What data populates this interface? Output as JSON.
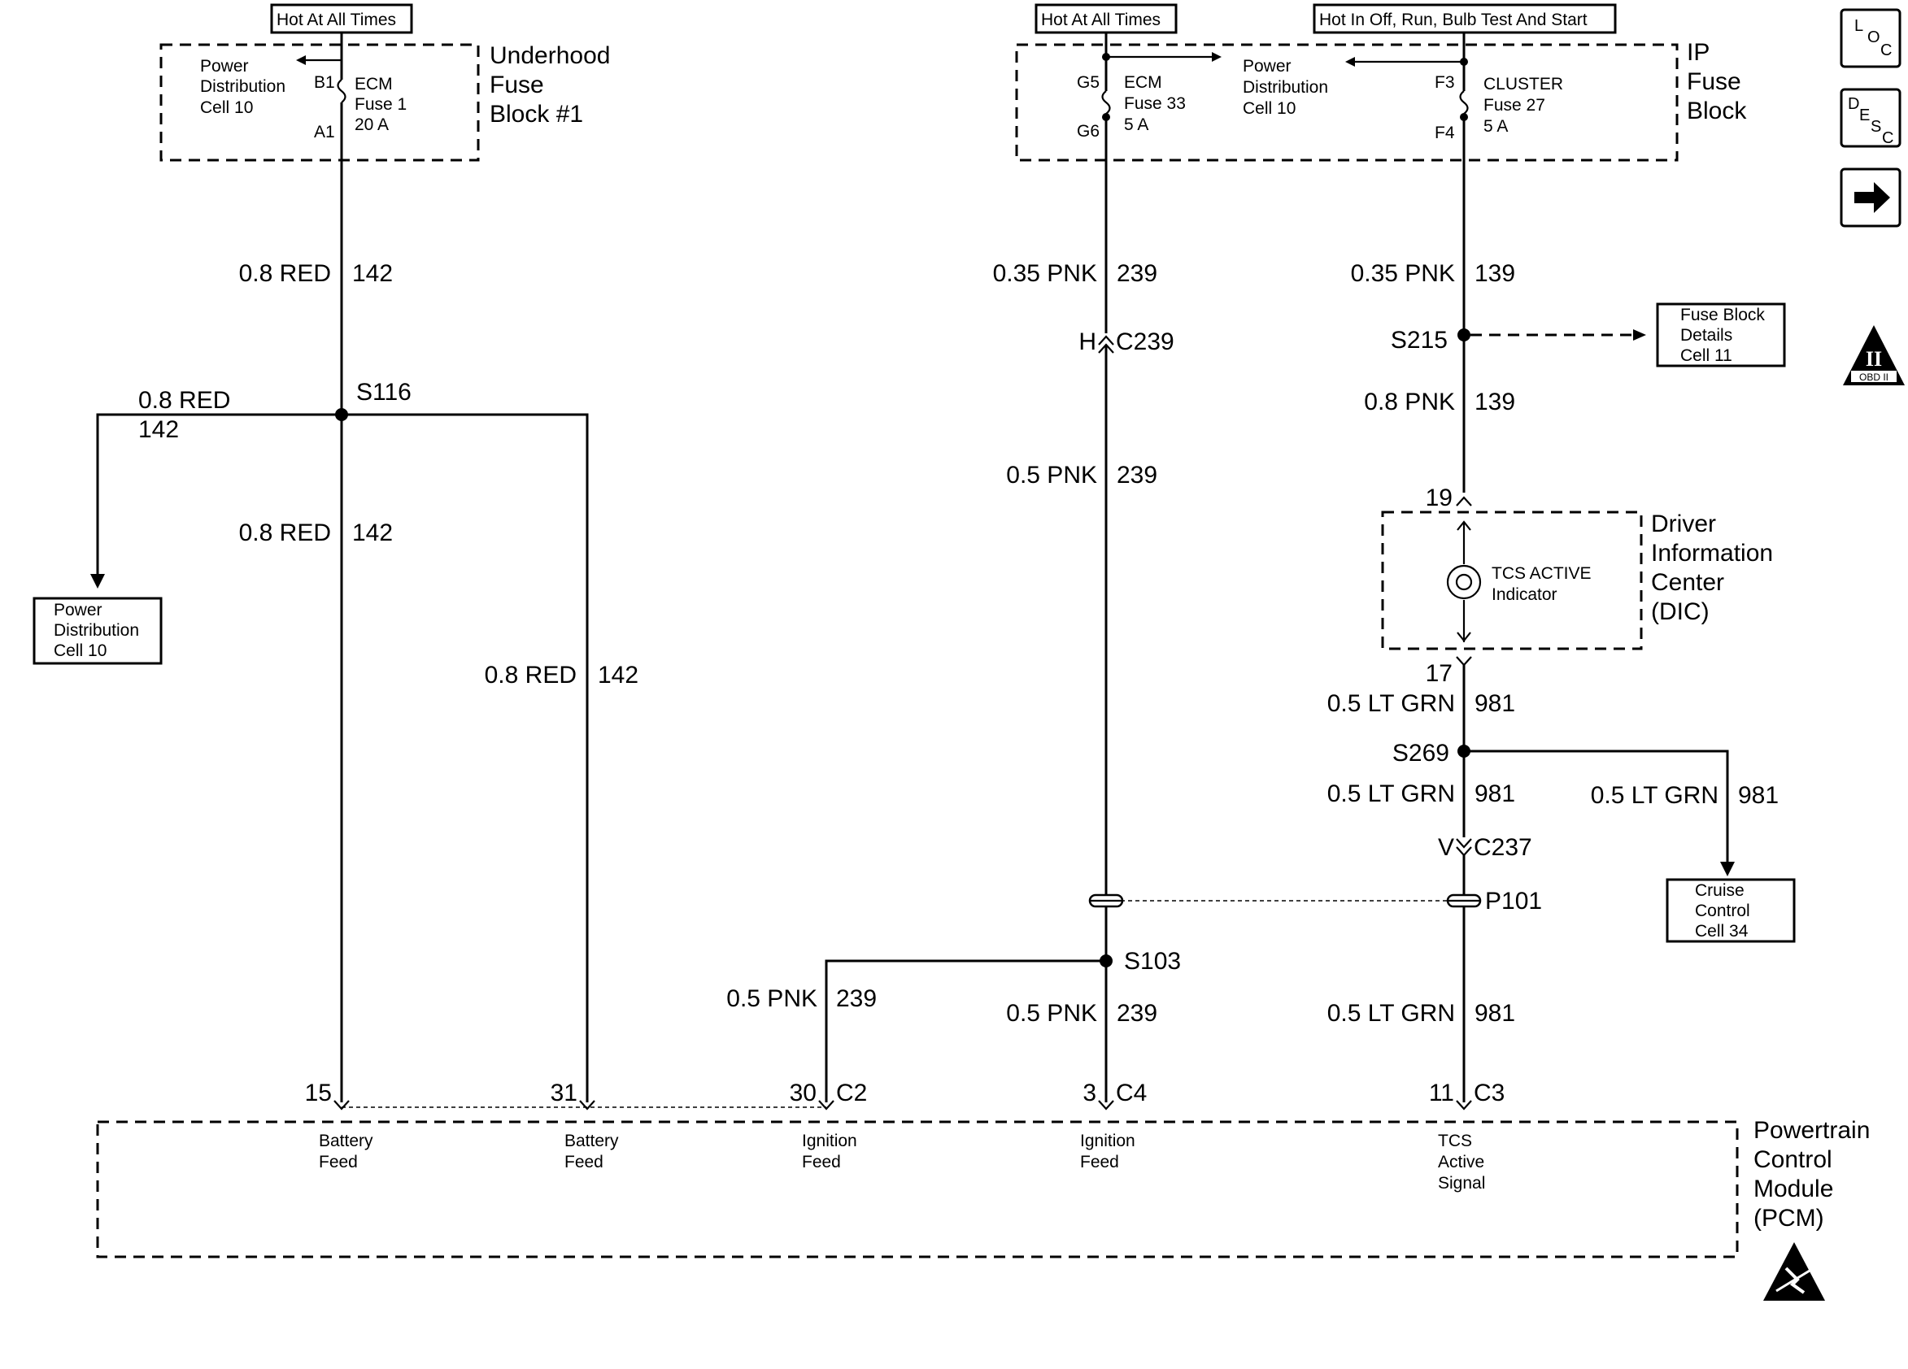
{
  "hot_labels": {
    "ufb_hot": "Hot At All Times",
    "ip_hot": "Hot At All Times",
    "ip_hot_run": "Hot In Off, Run, Bulb Test And Start"
  },
  "underhood_fuse_block": {
    "title_lines": [
      "Underhood",
      "Fuse",
      "Block #1"
    ],
    "pd_ref_lines": [
      "Power",
      "Distribution",
      "Cell 10"
    ],
    "fuse_lines": [
      "ECM",
      "Fuse 1",
      "20 A"
    ],
    "pin_in": "B1",
    "pin_out": "A1"
  },
  "ip_fuse_block": {
    "title_lines": [
      "IP",
      "Fuse",
      "Block"
    ],
    "pd_ref_lines": [
      "Power",
      "Distribution",
      "Cell 10"
    ],
    "ecm_fuse_lines": [
      "ECM",
      "Fuse 33",
      "5 A"
    ],
    "ecm_pin_in": "G5",
    "ecm_pin_out": "G6",
    "cluster_fuse_lines": [
      "CLUSTER",
      "Fuse 27",
      "5 A"
    ],
    "cluster_pin_in": "F3",
    "cluster_pin_out": "F4"
  },
  "wire_labels": {
    "w142_top_size": "0.8 RED",
    "w142_top_ckt": "142",
    "w142_left_size": "0.8 RED",
    "w142_left_ckt": "142",
    "w142_mid_size": "0.8 RED",
    "w142_mid_ckt": "142",
    "w142_right_size": "0.8 RED",
    "w142_right_ckt": "142",
    "w239_top_size": "0.35 PNK",
    "w239_top_ckt": "239",
    "w239_mid_size": "0.5 PNK",
    "w239_mid_ckt": "239",
    "w239_branch_size": "0.5 PNK",
    "w239_branch_ckt": "239",
    "w239_bottom_size": "0.5 PNK",
    "w239_bottom_ckt": "239",
    "w139_top_size": "0.35 PNK",
    "w139_top_ckt": "139",
    "w139_mid_size": "0.8 PNK",
    "w139_mid_ckt": "139",
    "w981_a_size": "0.5 LT GRN",
    "w981_a_ckt": "981",
    "w981_b_size": "0.5 LT GRN",
    "w981_b_ckt": "981",
    "w981_c_size": "0.5 LT GRN",
    "w981_c_ckt": "981",
    "w981_d_size": "0.5 LT GRN",
    "w981_d_ckt": "981"
  },
  "splices": {
    "s116": "S116",
    "s215": "S215",
    "s269": "S269",
    "s103": "S103"
  },
  "connectors": {
    "c239_pin": "H",
    "c239": "C239",
    "c237_pin": "V",
    "c237": "C237",
    "p101": "P101"
  },
  "references": {
    "pd_left_lines": [
      "Power",
      "Distribution",
      "Cell 10"
    ],
    "fuse_block_details_lines": [
      "Fuse Block",
      "Details",
      "Cell 11"
    ],
    "cruise_lines": [
      "Cruise",
      "Control",
      "Cell 34"
    ]
  },
  "dic": {
    "title_lines": [
      "Driver",
      "Information",
      "Center",
      "(DIC)"
    ],
    "indicator_lines": [
      "TCS ACTIVE",
      "Indicator"
    ],
    "pin_top": "19",
    "pin_bottom": "17"
  },
  "pcm": {
    "title_lines": [
      "Powertrain",
      "Control",
      "Module",
      "(PCM)"
    ],
    "pins": [
      {
        "num": "15",
        "conn": "",
        "label_lines": [
          "Battery",
          "Feed"
        ]
      },
      {
        "num": "31",
        "conn": "",
        "label_lines": [
          "Battery",
          "Feed"
        ]
      },
      {
        "num": "30",
        "conn": "C2",
        "label_lines": [
          "Ignition",
          "Feed"
        ]
      },
      {
        "num": "3",
        "conn": "C4",
        "label_lines": [
          "Ignition",
          "Feed"
        ]
      },
      {
        "num": "11",
        "conn": "C3",
        "label_lines": [
          "TCS",
          "Active",
          "Signal"
        ]
      }
    ]
  },
  "side_icons": {
    "loc": [
      "L",
      "O",
      "C"
    ],
    "desc": [
      "D",
      "E",
      "S",
      "C"
    ],
    "next_icon": "arrow-right-icon",
    "obd_numeral": "II",
    "obd_label": "OBD II",
    "esd_icon": "esd-warning-icon"
  }
}
